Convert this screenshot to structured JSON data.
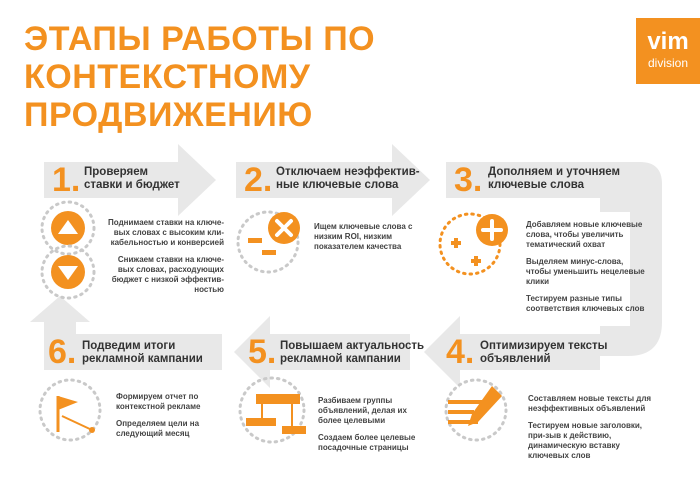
{
  "title": {
    "line1": "ЭТАПЫ РАБОТЫ ПО",
    "line2": "КОНТЕКСТНОМУ ПРОДВИЖЕНИЮ"
  },
  "logo": {
    "line1": "vim",
    "line2": "division"
  },
  "colors": {
    "accent": "#f39120",
    "arrow": "#e8e8e8",
    "text": "#333333"
  },
  "steps": [
    {
      "number": "1.",
      "heading_line1": "Проверяем",
      "heading_line2": "ставки и бюджет",
      "desc": [
        "Поднимаем ставки на ключе-вых словах с высоким кли-кабельностью и конверсией",
        "Снижаем ставки на ключе-вых словах, расходующих бюджет с низкой эффектив-ностью"
      ],
      "icon": "arrows-up-down-icon"
    },
    {
      "number": "2.",
      "heading_line1": "Отключаем неэффектив-",
      "heading_line2": "ные ключевые слова",
      "desc": [
        "Ищем ключевые слова с низким ROI, низким показателем качества"
      ],
      "icon": "minus-cross-icon"
    },
    {
      "number": "3.",
      "heading_line1": "Дополняем и уточняем",
      "heading_line2": "ключевые слова",
      "desc": [
        "Добавляем новые ключевые слова, чтобы увеличить тематический охват",
        "Выделяем минус-слова, чтобы уменьшить нецелевые клики",
        "Тестируем разные типы соответствия ключевых слов"
      ],
      "icon": "plus-icon"
    },
    {
      "number": "4.",
      "heading_line1": "Оптимизируем тексты",
      "heading_line2": "объявлений",
      "desc": [
        "Составляем новые тексты для неэффективных объявлений",
        "Тестируем новые заголовки, при-зыв к действию, динамическую вставку ключевых слов"
      ],
      "icon": "pen-icon"
    },
    {
      "number": "5.",
      "heading_line1": "Повышаем актуальность",
      "heading_line2": "рекламной кампании",
      "desc": [
        "Разбиваем группы объявлений, делая их более целевыми",
        "Создаем более целевые посадочные страницы"
      ],
      "icon": "structure-icon"
    },
    {
      "number": "6.",
      "heading_line1": "Подведим итоги",
      "heading_line2": "рекламной кампании",
      "desc": [
        "Формируем отчет по контекстной рекламе",
        "Определяем цели на следующий месяц"
      ],
      "icon": "flag-icon"
    }
  ]
}
